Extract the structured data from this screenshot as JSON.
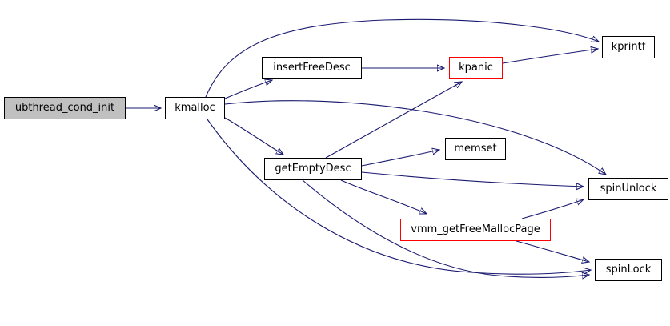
{
  "diagram": {
    "kind": "doxygen-call-graph",
    "colors": {
      "edge": "#191970",
      "node_border": "#000000",
      "truncated_border": "#ff0000",
      "focus_fill": "#c0c0c0",
      "node_fill": "#ffffff",
      "background": "#ffffff"
    },
    "nodes": [
      {
        "id": "ubthread_cond_init",
        "label": "ubthread_cond_init",
        "style": "focus"
      },
      {
        "id": "kmalloc",
        "label": "kmalloc",
        "style": "normal"
      },
      {
        "id": "insertFreeDesc",
        "label": "insertFreeDesc",
        "style": "normal"
      },
      {
        "id": "kpanic",
        "label": "kpanic",
        "style": "truncated"
      },
      {
        "id": "kprintf",
        "label": "kprintf",
        "style": "normal"
      },
      {
        "id": "memset",
        "label": "memset",
        "style": "normal"
      },
      {
        "id": "getEmptyDesc",
        "label": "getEmptyDesc",
        "style": "normal"
      },
      {
        "id": "spinUnlock",
        "label": "spinUnlock",
        "style": "normal"
      },
      {
        "id": "vmm_getFreeMallocPage",
        "label": "vmm_getFreeMallocPage",
        "style": "truncated"
      },
      {
        "id": "spinLock",
        "label": "spinLock",
        "style": "normal"
      }
    ],
    "edges": [
      {
        "from": "ubthread_cond_init",
        "to": "kmalloc"
      },
      {
        "from": "kmalloc",
        "to": "insertFreeDesc"
      },
      {
        "from": "kmalloc",
        "to": "kprintf"
      },
      {
        "from": "kmalloc",
        "to": "getEmptyDesc"
      },
      {
        "from": "kmalloc",
        "to": "spinUnlock"
      },
      {
        "from": "kmalloc",
        "to": "spinLock"
      },
      {
        "from": "insertFreeDesc",
        "to": "kpanic"
      },
      {
        "from": "kpanic",
        "to": "kprintf"
      },
      {
        "from": "getEmptyDesc",
        "to": "kpanic"
      },
      {
        "from": "getEmptyDesc",
        "to": "memset"
      },
      {
        "from": "getEmptyDesc",
        "to": "spinUnlock"
      },
      {
        "from": "getEmptyDesc",
        "to": "vmm_getFreeMallocPage"
      },
      {
        "from": "getEmptyDesc",
        "to": "spinLock"
      },
      {
        "from": "vmm_getFreeMallocPage",
        "to": "spinUnlock"
      },
      {
        "from": "vmm_getFreeMallocPage",
        "to": "spinLock"
      }
    ]
  }
}
